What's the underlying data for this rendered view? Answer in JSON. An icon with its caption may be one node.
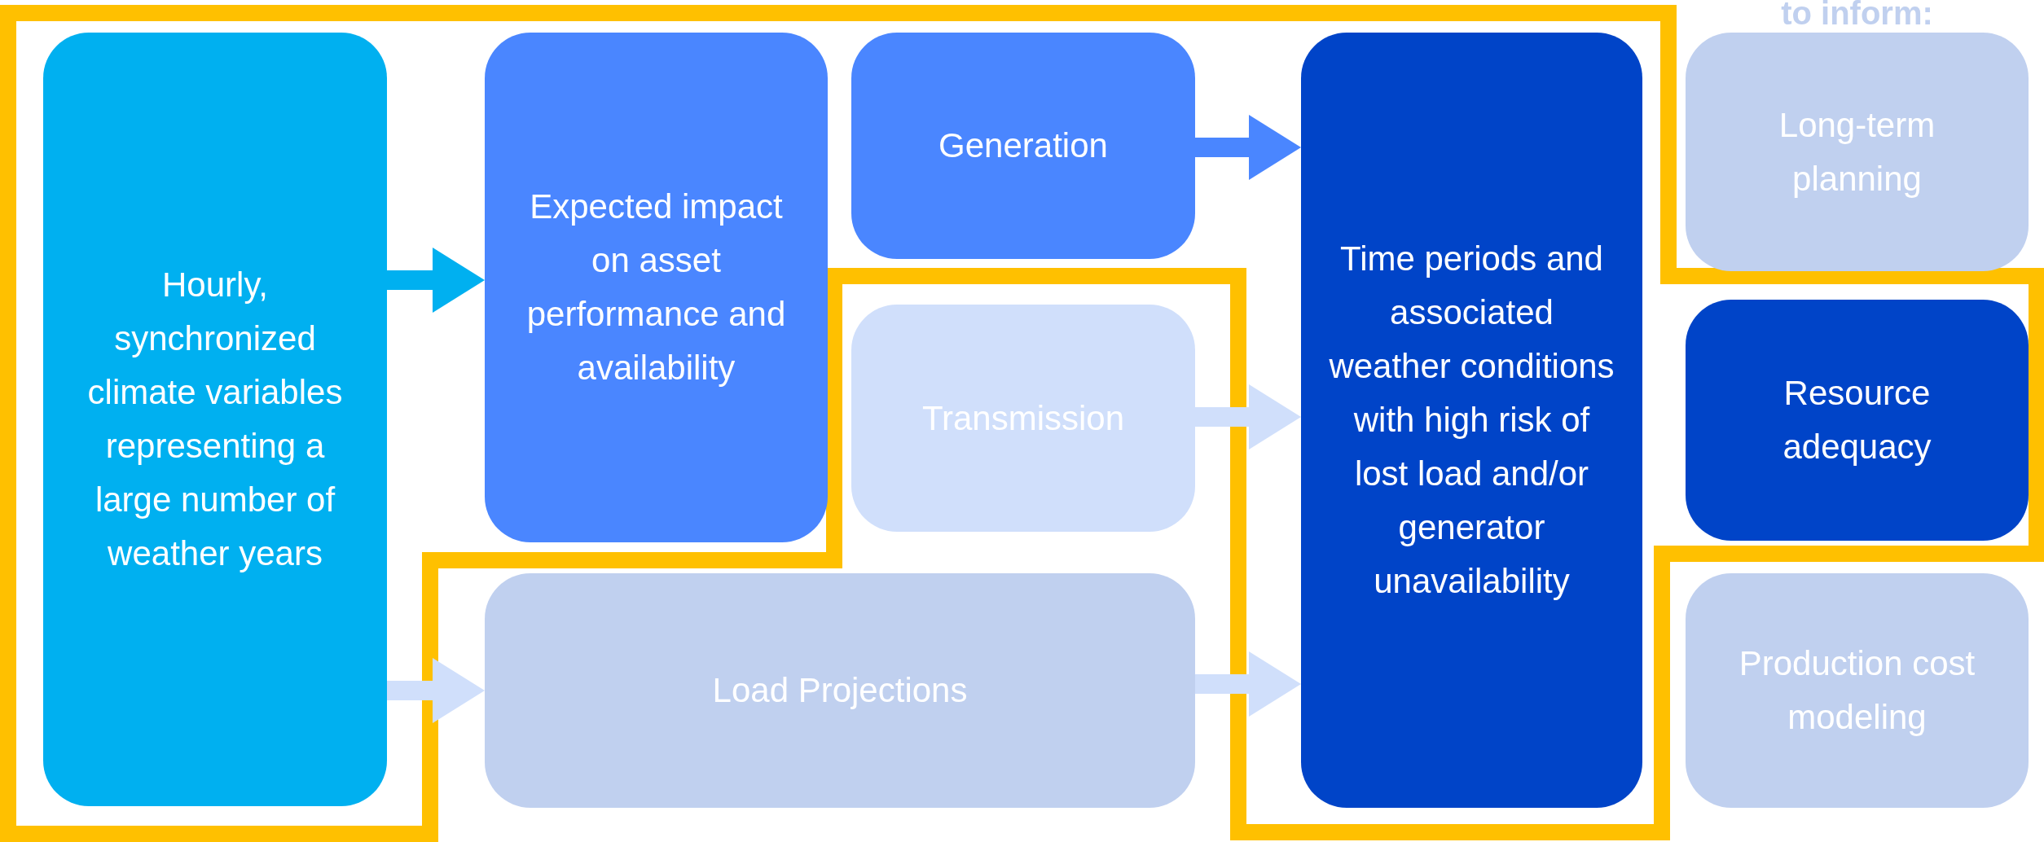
{
  "diagram": {
    "nodes": [
      {
        "text": [
          "Hourly, synchronized climate variables representing a large number of weather years"
        ]
      },
      {
        "text": [
          "Expected impact on asset performance and availability"
        ]
      },
      {
        "text": [
          "Generation"
        ]
      },
      {
        "text": [
          "Transmission"
        ]
      },
      {
        "text": [
          "Load Projections"
        ]
      },
      {
        "text": [
          "Time periods and associated weather conditions with high risk of lost load and/or generator unavailability"
        ]
      },
      {
        "text": [
          "Long-term planning"
        ]
      },
      {
        "text": [
          "Resource adequacy"
        ]
      },
      {
        "text": [
          "Production cost modeling"
        ]
      }
    ],
    "edges": [
      {
        "from": 0,
        "to": 1,
        "arrow": "to",
        "color": "#00b0f0"
      },
      {
        "from": 0,
        "to": 4,
        "arrow": "to"
      },
      {
        "from": 2,
        "to": 5,
        "arrow": "to",
        "color": "#4a86ff"
      },
      {
        "from": 3,
        "to": 5,
        "arrow": "to"
      },
      {
        "from": 4,
        "to": 5,
        "arrow": "to"
      }
    ],
    "labels": [
      "to inform:"
    ]
  }
}
